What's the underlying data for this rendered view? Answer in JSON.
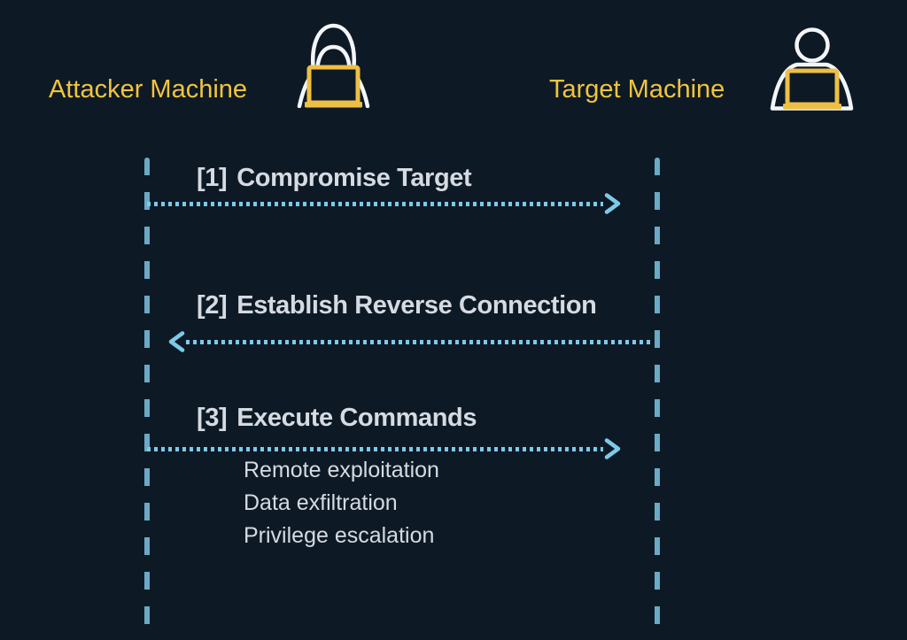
{
  "diagram_title": "reverse-shell-attack-sequence",
  "colors": {
    "background": "#0d1a26",
    "actor_text": "#f2c43d",
    "lifeline": "#6baac5",
    "arrow": "#7ec9e8",
    "message_text": "#d6dae1",
    "icon_outline_light": "#f3f5f8",
    "icon_outline_yellow": "#edc045"
  },
  "actors": [
    {
      "label": "Attacker Machine",
      "icon": "hooded-hacker-laptop-icon"
    },
    {
      "label": "Target Machine",
      "icon": "user-laptop-icon"
    }
  ],
  "messages": [
    {
      "step": "[1]",
      "label": "Compromise Target",
      "direction": "attacker-to-target",
      "details": []
    },
    {
      "step": "[2]",
      "label": "Establish Reverse Connection",
      "direction": "target-to-attacker",
      "details": []
    },
    {
      "step": "[3]",
      "label": "Execute Commands",
      "direction": "attacker-to-target",
      "details": [
        "Remote exploitation",
        "Data exfiltration",
        "Privilege escalation"
      ]
    }
  ]
}
